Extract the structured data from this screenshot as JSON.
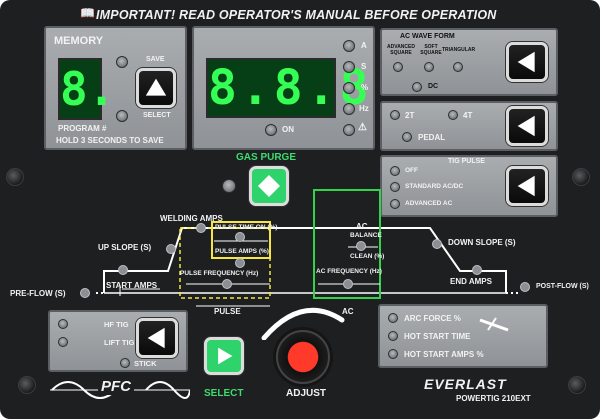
{
  "header": {
    "warning": "IMPORTANT! READ OPERATOR'S MANUAL BEFORE OPERATION"
  },
  "memory": {
    "title": "MEMORY",
    "digit": "8.",
    "save_label": "SAVE",
    "select_label": "SELECT",
    "program_label": "PROGRAM #",
    "hold_label": "HOLD 3 SECONDS TO SAVE"
  },
  "main_display": {
    "digits": "8.8.8",
    "on_label": "ON",
    "units": [
      "A",
      "S",
      "%",
      "Hz",
      "⚠"
    ]
  },
  "ac_wave": {
    "title": "AC WAVE FORM",
    "options": [
      "ADVANCED SQUARE",
      "SOFT SQUARE",
      "TRIANGULAR"
    ],
    "dc_label": "DC"
  },
  "trigger": {
    "options": [
      "2T",
      "4T"
    ],
    "pedal_label": "PEDAL"
  },
  "tig_pulse": {
    "title": "TIG PULSE",
    "options": [
      "OFF",
      "STANDARD AC/DC",
      "ADVANCED AC"
    ]
  },
  "gas_purge": {
    "label": "GAS PURGE"
  },
  "sequence": {
    "welding_amps": "WELDING AMPS",
    "pulse_time_on": "PULSE TIME ON (%)",
    "pulse_amps": "PULSE AMPS (%)",
    "pulse_frequency": "PULSE FREQUENCY (Hz)",
    "pulse_label": "PULSE",
    "ac_title": "AC",
    "ac_balance": "BALANCE",
    "ac_clean": "CLEAN (%)",
    "ac_frequency": "AC FREQUENCY (Hz)",
    "ac_label": "AC",
    "up_slope": "UP SLOPE (S)",
    "start_amps": "START AMPS",
    "pre_flow": "PRE-FLOW (S)",
    "down_slope": "DOWN SLOPE (S)",
    "end_amps": "END AMPS",
    "post_flow": "POST-FLOW (S)"
  },
  "process": {
    "options": [
      "HF TIG",
      "LIFT TIG",
      "STICK"
    ]
  },
  "pfc_label": "PFC",
  "select_label": "SELECT",
  "adjust_label": "ADJUST",
  "stick_settings": {
    "options": [
      "ARC FORCE %",
      "HOT START TIME",
      "HOT START AMPS %"
    ]
  },
  "brand": {
    "name": "EVERLAST",
    "model": "POWERTIG 210EXT"
  },
  "colors": {
    "panel": "#1d1f21",
    "gray_panel": "#9da1a5",
    "digit_green": "#35ff54",
    "gas_button": "#2fd36c",
    "select_button": "#2fd36c",
    "knob_red": "#e11a1a",
    "pulse_frame": "#f5e642",
    "ac_frame": "#32d24c"
  }
}
